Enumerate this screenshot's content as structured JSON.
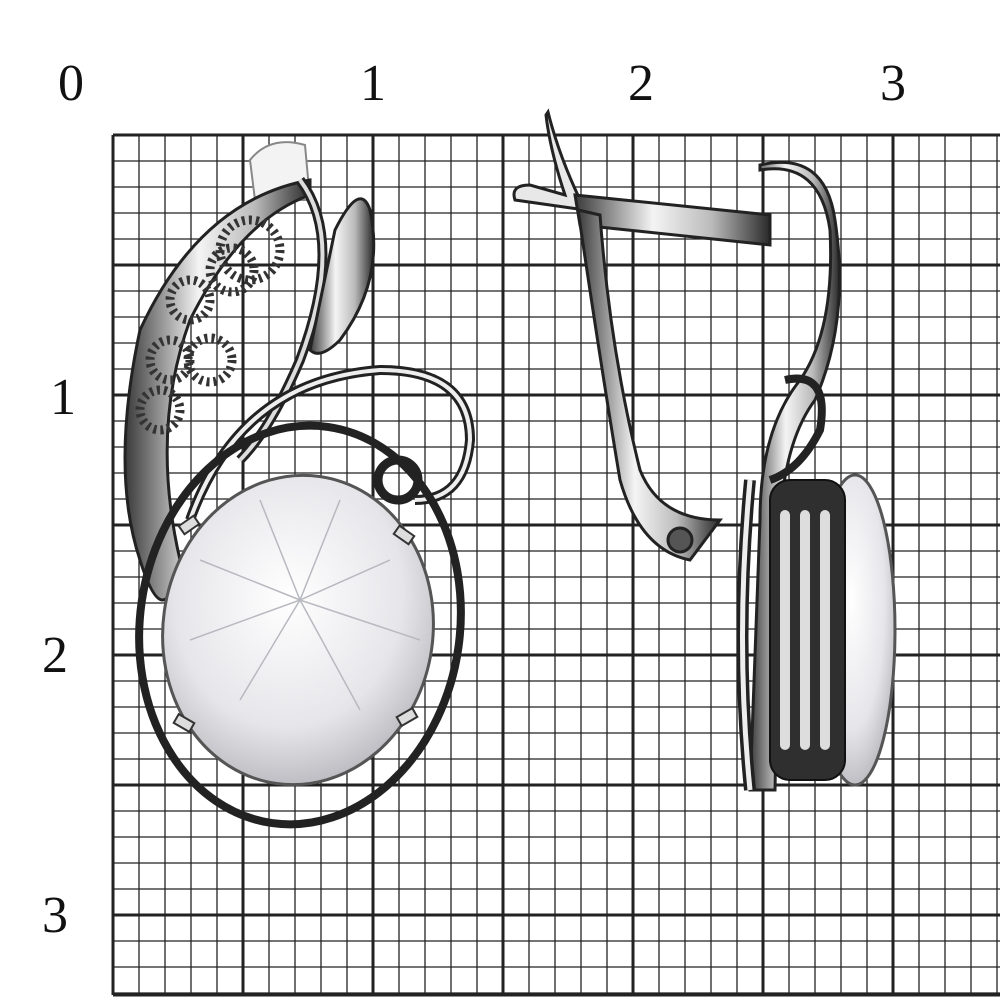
{
  "scale": {
    "top_labels": [
      "0",
      "1",
      "2",
      "3"
    ],
    "left_labels": [
      "1",
      "2",
      "3"
    ]
  },
  "colors": {
    "grid": "#222222",
    "metal_dark": "#2a2a2a",
    "metal_light": "#e8e8e8",
    "gem": "#f2f2f4"
  }
}
